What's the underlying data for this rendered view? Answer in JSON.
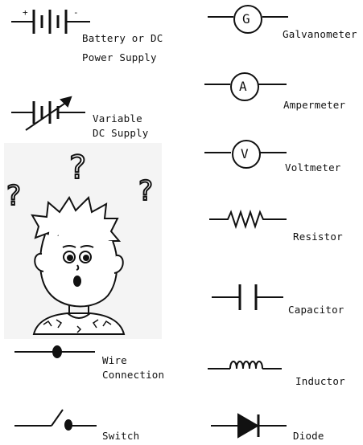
{
  "components": [
    {
      "id": "battery",
      "label_lines": [
        "Battery or DC",
        "Power Supply"
      ],
      "terminal_plus": "+",
      "terminal_minus": "-"
    },
    {
      "id": "variable-dc",
      "label_lines": [
        "Variable",
        "DC Supply"
      ]
    },
    {
      "id": "wire-connection",
      "label_lines": [
        "Wire",
        "Connection"
      ]
    },
    {
      "id": "switch",
      "label_lines": [
        "Switch"
      ]
    },
    {
      "id": "galvanometer",
      "label_lines": [
        "Galvanometer"
      ],
      "symbol_letter": "G"
    },
    {
      "id": "ampermeter",
      "label_lines": [
        "Ampermeter"
      ],
      "symbol_letter": "A"
    },
    {
      "id": "voltmeter",
      "label_lines": [
        "Voltmeter"
      ],
      "symbol_letter": "V"
    },
    {
      "id": "resistor",
      "label_lines": [
        "Resistor"
      ]
    },
    {
      "id": "capacitor",
      "label_lines": [
        "Capacitor"
      ]
    },
    {
      "id": "inductor",
      "label_lines": [
        "Inductor"
      ]
    },
    {
      "id": "diode",
      "label_lines": [
        "Diode"
      ]
    }
  ],
  "illustration": {
    "description_icon": "confused-boy",
    "question_marks": [
      "?",
      "?",
      "?"
    ]
  }
}
